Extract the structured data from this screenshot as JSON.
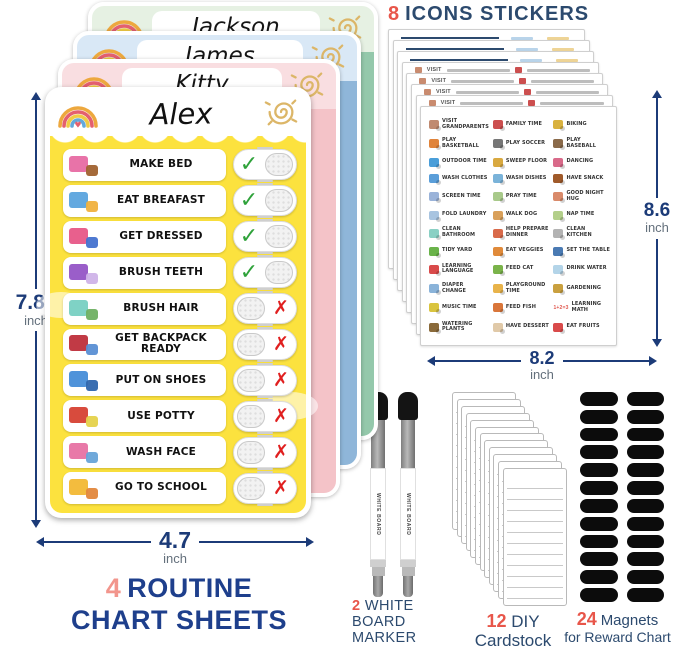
{
  "titles": {
    "stickers": {
      "number": "8",
      "text": "ICONS STICKERS"
    },
    "routine": {
      "number": "4",
      "line1": "ROUTINE",
      "line2": "CHART SHEETS"
    }
  },
  "glyphs": {
    "check": "✓",
    "x": "✗",
    "heart": "♥"
  },
  "colors": {
    "navy": "#2c4a6e",
    "title_blue": "#1e3f8c",
    "coral": "#e8564a",
    "salmon": "#f2958c",
    "dimension": "#1c3b78",
    "unit_gray": "#64707c",
    "chart_yellow": "#fce23e",
    "check_green": "#2fa23a",
    "x_red": "#e01f1f",
    "magnet_black": "#0c0c0c"
  },
  "routine_charts": {
    "sheets": [
      {
        "name": "Jackson",
        "light": "#e6f1e3",
        "body": "#94c8ab"
      },
      {
        "name": "James",
        "light": "#d9e8f6",
        "body": "#8fb6d9"
      },
      {
        "name": "Kitty",
        "light": "#f9dee1",
        "body": "#f4c3c8"
      },
      {
        "name": "Alex",
        "light": "#ffffff",
        "body": "#fce23e"
      }
    ],
    "tasks": [
      {
        "label": "MAKE BED",
        "done": true,
        "icon": "bed-icon",
        "icon_colors": [
          "#e873a8",
          "#a0622f"
        ]
      },
      {
        "label": "EAT BREAFAST",
        "done": true,
        "icon": "breakfast-icon",
        "icon_colors": [
          "#63a9e0",
          "#f0b13e"
        ]
      },
      {
        "label": "GET DRESSED",
        "done": true,
        "icon": "clothes-icon",
        "icon_colors": [
          "#e8608d",
          "#4472cf"
        ]
      },
      {
        "label": "BRUSH TEETH",
        "done": true,
        "icon": "toothbrush-icon",
        "icon_colors": [
          "#9a5ec9",
          "#cfb3e8"
        ]
      },
      {
        "label": "BRUSH HAIR",
        "done": false,
        "icon": "mirror-comb-icon",
        "icon_colors": [
          "#7fd2c5",
          "#6fb062"
        ]
      },
      {
        "label": "GET BACKPACK READY",
        "done": false,
        "icon": "backpack-icon",
        "icon_colors": [
          "#c13a45",
          "#5a8fd4"
        ]
      },
      {
        "label": "PUT ON SHOES",
        "done": false,
        "icon": "shoes-icon",
        "icon_colors": [
          "#4f93da",
          "#2f66ad"
        ]
      },
      {
        "label": "USE POTTY",
        "done": false,
        "icon": "potty-icon",
        "icon_colors": [
          "#d84b3d",
          "#e5d24b"
        ]
      },
      {
        "label": "WASH FACE",
        "done": false,
        "icon": "washcloth-icon",
        "icon_colors": [
          "#e879a8",
          "#68a4d8"
        ]
      },
      {
        "label": "GO TO SCHOOL",
        "done": false,
        "icon": "school-bus-icon",
        "icon_colors": [
          "#f3bc3e",
          "#e2873c"
        ]
      }
    ],
    "height_dim": {
      "value": "7.87",
      "unit": "inch"
    },
    "width_dim": {
      "value": "4.7",
      "unit": "inch"
    }
  },
  "sticker_sheets": {
    "count": 8,
    "partial_row_label": "VISIT",
    "height_dim": {
      "value": "8.6",
      "unit": "inch"
    },
    "width_dim": {
      "value": "8.2",
      "unit": "inch"
    },
    "grid": [
      {
        "label": "VISIT GRANDPARENTS",
        "icon": "grandparents-icon",
        "color": "#c08a70"
      },
      {
        "label": "FAMILY TIME",
        "icon": "family-icon",
        "color": "#cc4f4f"
      },
      {
        "label": "BIKING",
        "icon": "bicycle-icon",
        "color": "#d9b23f"
      },
      {
        "label": "PLAY BASKETBALL",
        "icon": "basketball-icon",
        "color": "#e0833a"
      },
      {
        "label": "PLAY SOCCER",
        "icon": "soccer-ball-icon",
        "color": "#777777"
      },
      {
        "label": "PLAY BASEBALL",
        "icon": "baseball-glove-icon",
        "color": "#8a6a4a"
      },
      {
        "label": "OUTDOOR TIME",
        "icon": "kite-icon",
        "color": "#4a9ed9"
      },
      {
        "label": "SWEEP FLOOR",
        "icon": "broom-icon",
        "color": "#d9a940"
      },
      {
        "label": "DANCING",
        "icon": "dancers-icon",
        "color": "#d96a8a"
      },
      {
        "label": "WASH CLOTHES",
        "icon": "washing-machine-icon",
        "color": "#5a9ed9"
      },
      {
        "label": "WASH DISHES",
        "icon": "dishes-icon",
        "color": "#7ab3d9"
      },
      {
        "label": "HAVE SNACK",
        "icon": "snack-icon",
        "color": "#a05a2a"
      },
      {
        "label": "SCREEN TIME",
        "icon": "tablet-icon",
        "color": "#9ab3d9"
      },
      {
        "label": "PRAY TIME",
        "icon": "praying-hands-icon",
        "color": "#a8c98a"
      },
      {
        "label": "GOOD NIGHT HUG",
        "icon": "hug-icon",
        "color": "#d98a6a"
      },
      {
        "label": "FOLD LAUNDRY",
        "icon": "folded-clothes-icon",
        "color": "#a8c4e0"
      },
      {
        "label": "WALK DOG",
        "icon": "dog-icon",
        "color": "#d9a05a"
      },
      {
        "label": "NAP TIME",
        "icon": "nap-icon",
        "color": "#b3cf8a"
      },
      {
        "label": "CLEAN BATHROOM",
        "icon": "bathtub-icon",
        "color": "#8ad0c4"
      },
      {
        "label": "HELP PREPARE DINNER",
        "icon": "cooking-icon",
        "color": "#d96a4a"
      },
      {
        "label": "CLEAN KITCHEN",
        "icon": "kitchen-icon",
        "color": "#b3b3b3"
      },
      {
        "label": "TIDY YARD",
        "icon": "yard-icon",
        "color": "#6ab34a"
      },
      {
        "label": "EAT VEGGIES",
        "icon": "pumpkin-icon",
        "color": "#e08a3a"
      },
      {
        "label": "SET THE TABLE",
        "icon": "table-setting-icon",
        "color": "#4a7ab3"
      },
      {
        "label": "LEARNING LANGUAGE",
        "icon": "language-icon",
        "color": "#d94a4a"
      },
      {
        "label": "FEED CAT",
        "icon": "cat-food-icon",
        "color": "#7ab34a"
      },
      {
        "label": "DRINK WATER",
        "icon": "water-glass-icon",
        "color": "#b3d4e8"
      },
      {
        "label": "DIAPER CHANGE",
        "icon": "diaper-icon",
        "color": "#8ab3d9"
      },
      {
        "label": "PLAYGROUND TIME",
        "icon": "playground-icon",
        "color": "#e8b34a"
      },
      {
        "label": "GARDENING",
        "icon": "gardening-icon",
        "color": "#c9a03f"
      },
      {
        "label": "MUSIC TIME",
        "icon": "music-icon",
        "color": "#d9c43f"
      },
      {
        "label": "FEED FISH",
        "icon": "fish-bowl-icon",
        "color": "#d9763a"
      },
      {
        "label": "LEARNING MATH",
        "icon": "math-icon",
        "color": "#e86a9e",
        "icon_text": "1+2=3"
      },
      {
        "label": "WATERING PLANTS",
        "icon": "watering-can-icon",
        "color": "#8a6a3a"
      },
      {
        "label": "HAVE DESSERT",
        "icon": "dessert-icon",
        "color": "#e0c9a8"
      },
      {
        "label": "EAT FRUITS",
        "icon": "fruits-icon",
        "color": "#d94a4a"
      }
    ]
  },
  "accessories": {
    "markers": {
      "number": "2",
      "lines": [
        "WHITE",
        "BOARD",
        "MARKER"
      ],
      "barrel_text": "WHITE BOARD"
    },
    "cardstock": {
      "number": "12",
      "line1": "DIY",
      "line2": "Cardstock",
      "count": 12
    },
    "magnets": {
      "number": "24",
      "line1": "Magnets",
      "line2": "for Reward Chart",
      "count": 24
    }
  }
}
